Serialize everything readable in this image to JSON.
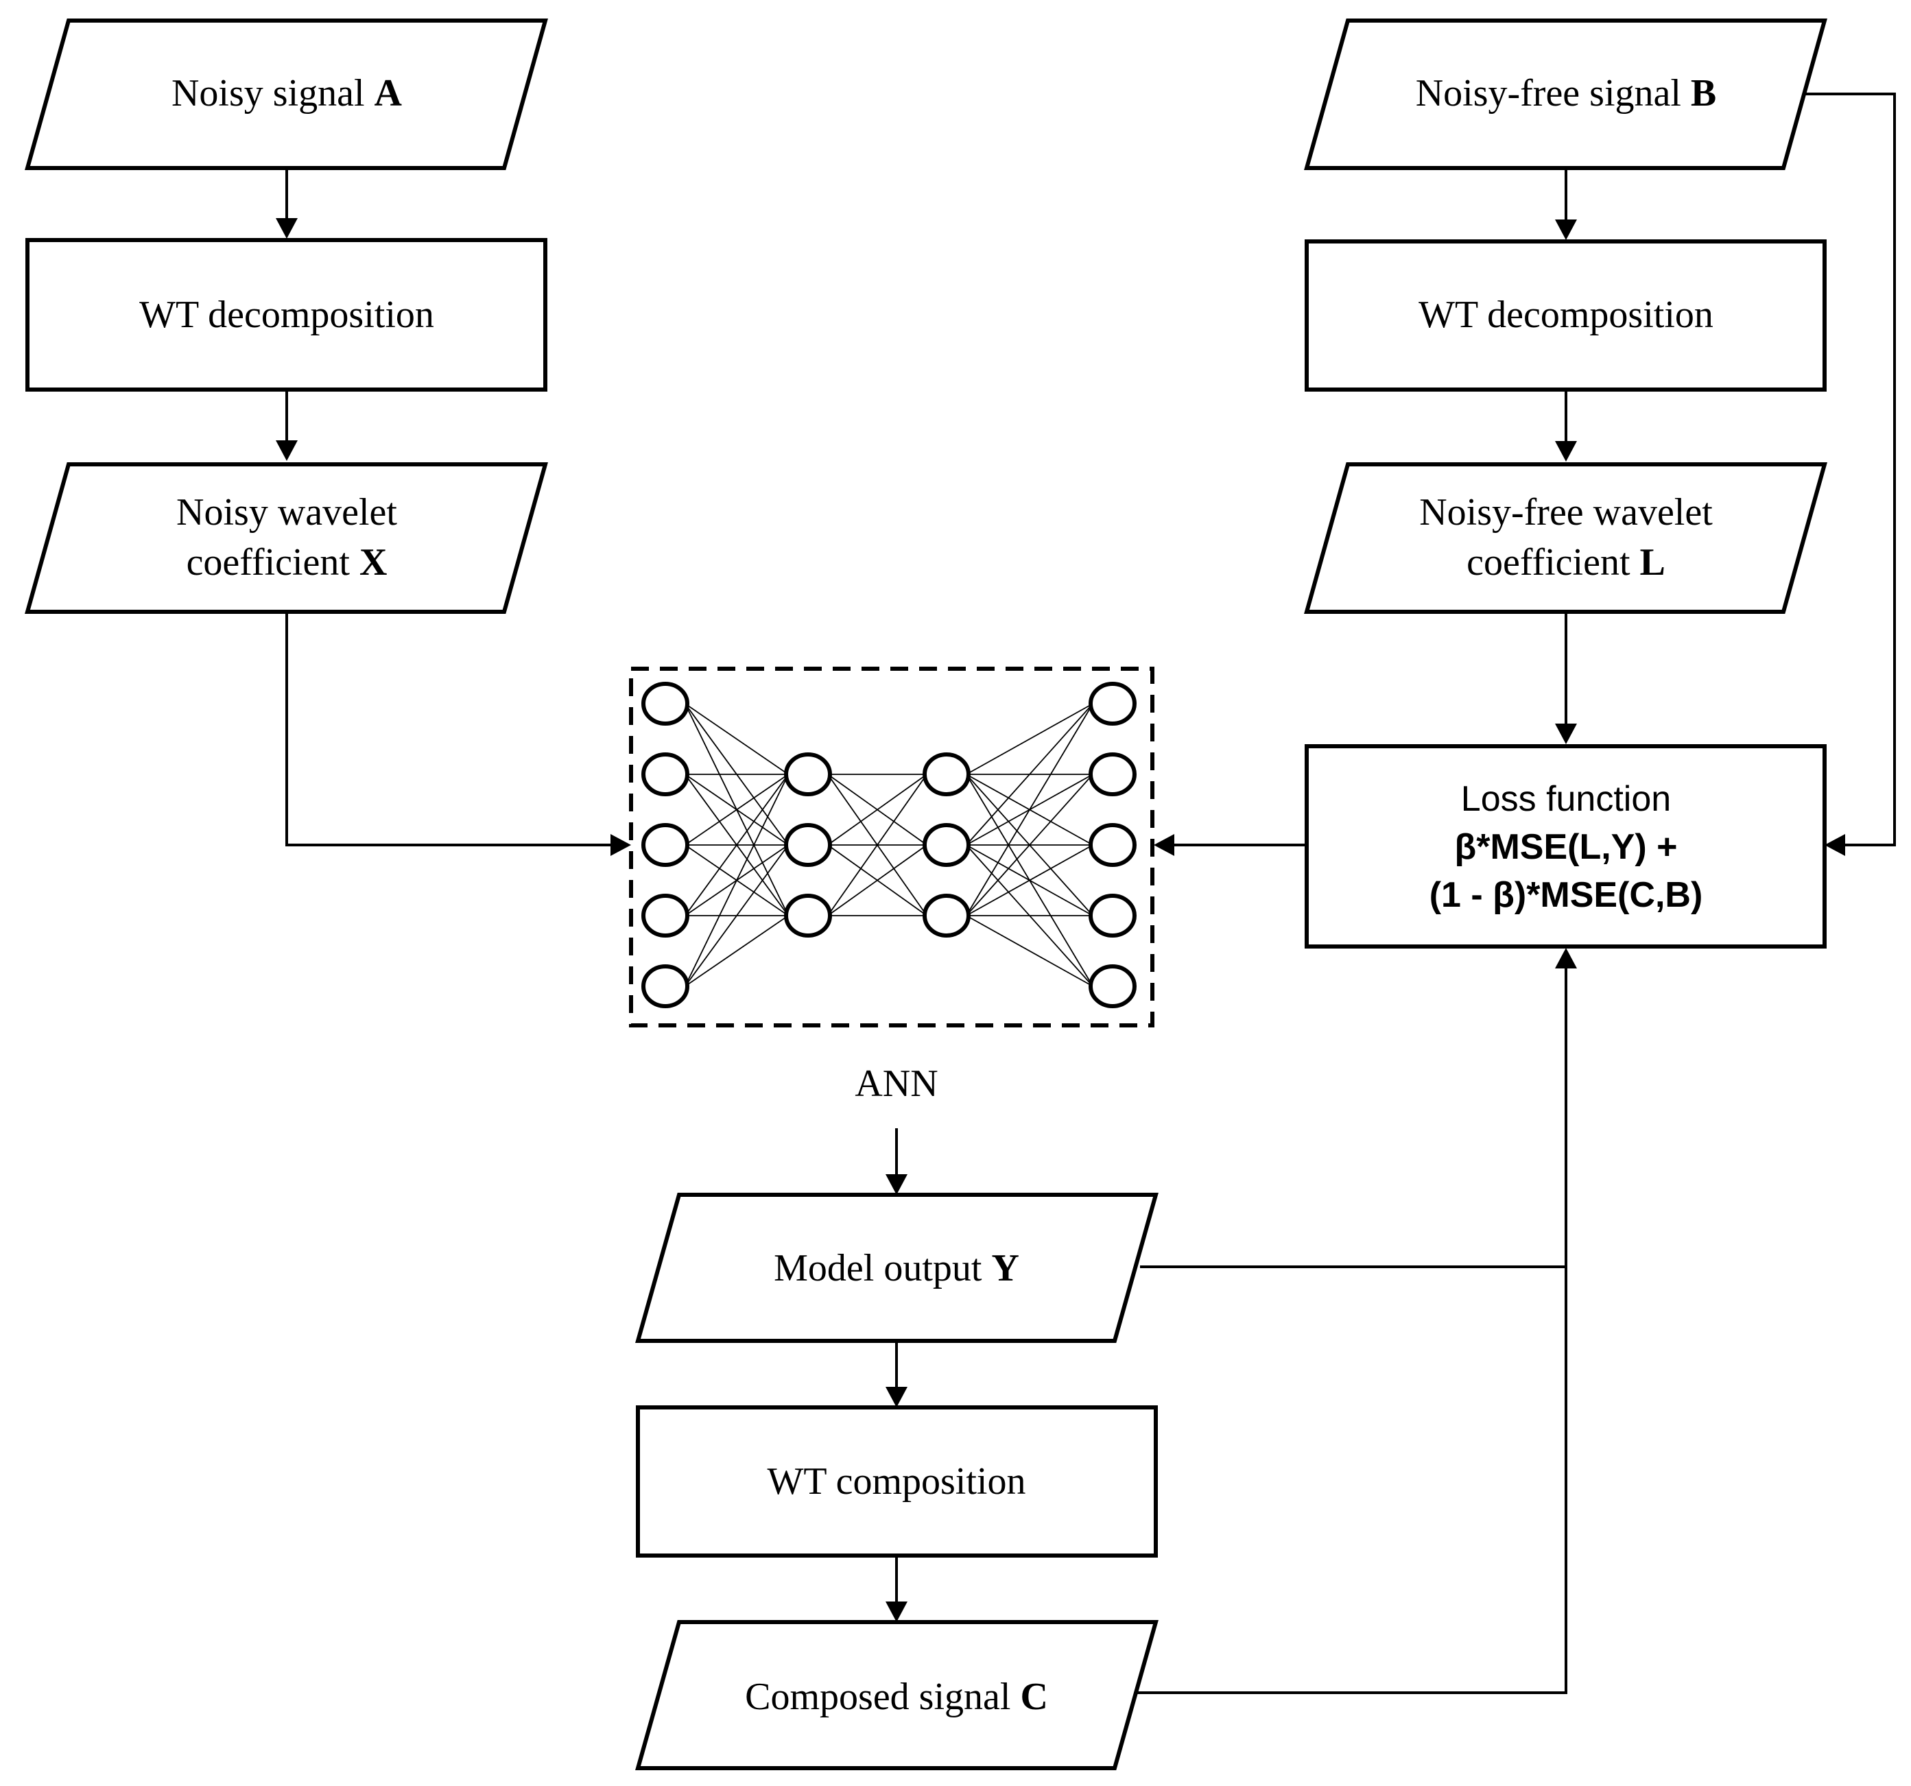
{
  "nodes": {
    "noisy_signal": {
      "text": "Noisy signal ",
      "var": "A"
    },
    "wt_decomp_left": {
      "text": "WT decomposition"
    },
    "noisy_coeff": {
      "line1": "Noisy wavelet",
      "line2": "coefficient ",
      "var": "X"
    },
    "noise_free_signal": {
      "text": "Noisy-free signal ",
      "var": "B"
    },
    "wt_decomp_right": {
      "text": "WT decomposition"
    },
    "noise_free_coeff": {
      "line1": "Noisy-free wavelet",
      "line2": "coefficient ",
      "var": "L"
    },
    "loss": {
      "title": "Loss function",
      "line1": "β*MSE(L,Y) +",
      "line2": "(1 - β)*MSE(C,B)"
    },
    "ann": {
      "label": "ANN"
    },
    "model_output": {
      "text": "Model output ",
      "var": "Y"
    },
    "wt_composition": {
      "text": "WT composition"
    },
    "composed_signal": {
      "text": "Composed signal ",
      "var": "C"
    }
  },
  "ann_layers": [
    5,
    3,
    3,
    5
  ]
}
